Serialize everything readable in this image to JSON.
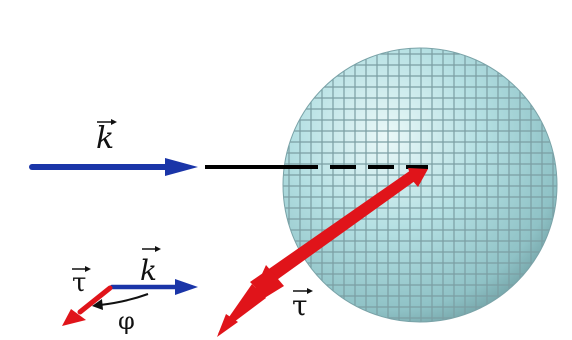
{
  "colors": {
    "background": "#ffffff",
    "wave_vector": "#1a35a8",
    "scattered_vector": "#e0141a",
    "sphere_fill": "#a8d7db",
    "sphere_grid": "#7b9ea3",
    "incident_line": "#000000"
  },
  "labels": {
    "incident_k": "k",
    "inset_k": "k",
    "inset_tau": "τ",
    "angle": "φ",
    "main_tau": "τ"
  },
  "icons": {
    "vector_marker": "right-arrow-accent"
  }
}
